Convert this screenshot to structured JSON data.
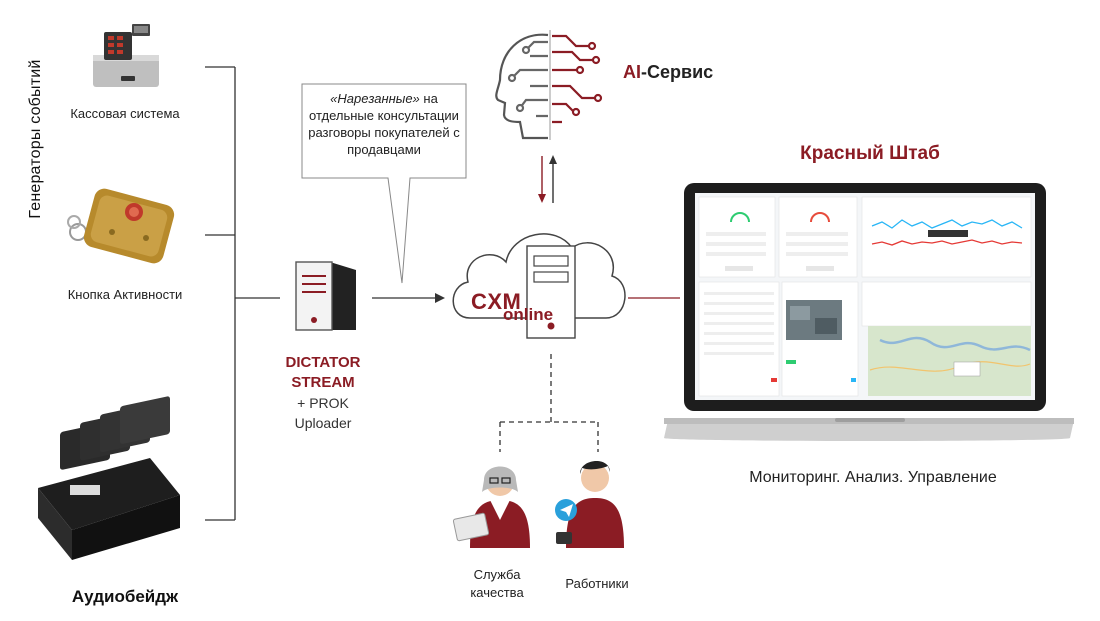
{
  "left_group_title": "Генераторы событий",
  "sources": {
    "cash_register": "Кассовая система",
    "activity_button": "Кнопка Активности",
    "audio_badge": "Аудиобейдж"
  },
  "callout": {
    "emphasis": "«Нарезанные»",
    "text_rest": "на отдельные консультации разговоры покупателей с продавцами"
  },
  "dictator": {
    "line1": "DICTATOR",
    "line2": "STREAM",
    "line3": "+ PROK Uploader"
  },
  "ai_service": {
    "prefix": "AI",
    "suffix": "-Сервис"
  },
  "cloud": {
    "brand_top": "CXM",
    "brand_bottom": "online"
  },
  "red_hq": {
    "title": "Красный Штаб",
    "caption": "Мониторинг. Анализ. Управление"
  },
  "recipients": {
    "quality_line1": "Служба",
    "quality_line2": "качества",
    "workers": "Работники"
  },
  "colors": {
    "accent": "#8b1c24",
    "line": "#333333",
    "dark": "#2a2a2a"
  }
}
